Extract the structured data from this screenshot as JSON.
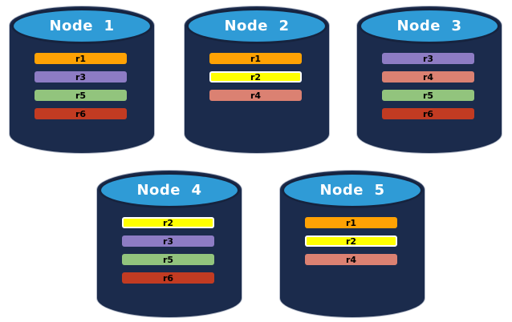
{
  "colors": {
    "cylinder_body": "#1B2B4C",
    "cylinder_outline": "#B9BFCC",
    "top_fill": "#2F9BD6",
    "top_border": "#16233E",
    "title_text": "#FFFFFF",
    "bar_text": "#000000",
    "replicas": {
      "r1": {
        "bg": "#FFA204",
        "border": ""
      },
      "r2": {
        "bg": "#FFFF00",
        "border": "#FFFFFF"
      },
      "r3": {
        "bg": "#8D7CC4",
        "border": ""
      },
      "r4": {
        "bg": "#DB8172",
        "border": ""
      },
      "r5": {
        "bg": "#92C47D",
        "border": ""
      },
      "r6": {
        "bg": "#C23B22",
        "border": ""
      }
    }
  },
  "nodes": [
    {
      "label": "Node  1",
      "replicas": [
        "r1",
        "r3",
        "r5",
        "r6"
      ]
    },
    {
      "label": "Node  2",
      "replicas": [
        "r1",
        "r2",
        "r4"
      ]
    },
    {
      "label": "Node  3",
      "replicas": [
        "r3",
        "r4",
        "r5",
        "r6"
      ]
    },
    {
      "label": "Node  4",
      "replicas": [
        "r2",
        "r3",
        "r5",
        "r6"
      ]
    },
    {
      "label": "Node  5",
      "replicas": [
        "r1",
        "r2",
        "r4"
      ]
    }
  ]
}
